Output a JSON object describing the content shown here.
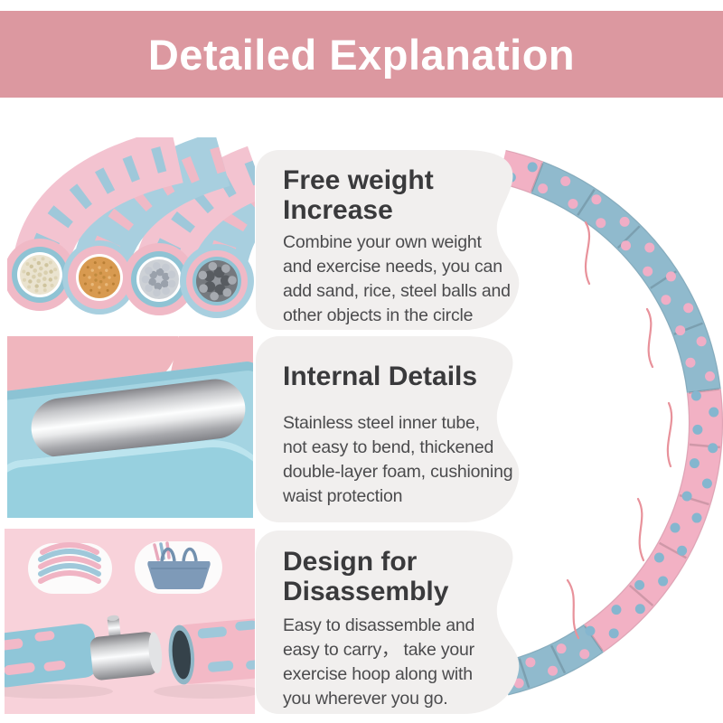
{
  "header": {
    "title": "Detailed Explanation",
    "bg_color": "#dc98a0",
    "text_color": "#ffffff"
  },
  "sections": [
    {
      "heading_lines": [
        "Free weight",
        "Increase"
      ],
      "body_lines": [
        "Combine your own weight",
        "and exercise needs, you can",
        "add sand, rice, steel balls and",
        "other objects in the circle"
      ],
      "image_name": "hoop-tube-cross-sections-with-fillings"
    },
    {
      "heading_lines": [
        "Internal Details"
      ],
      "body_lines": [
        "Stainless steel inner tube,",
        "not easy to bend, thickened",
        "double-layer foam, cushioning",
        "waist protection"
      ],
      "image_name": "foam-layers-and-steel-tube-cutaway"
    },
    {
      "heading_lines": [
        "Design for",
        "Disassembly"
      ],
      "body_lines": [
        "Easy to disassemble and",
        "easy to carry， take your",
        "exercise hoop along with",
        "you wherever you go."
      ],
      "image_name": "detachable-segments-and-carry-bag"
    }
  ],
  "palette": {
    "page_bg": "#ffffff",
    "card_bg": "#f1efee",
    "heading_text": "#3a3a3c",
    "body_text": "#4b4b4d",
    "photo3_bg": "#f8d2da"
  },
  "hoop": {
    "pink_segment": "#f2b1c4",
    "blue_segment": "#90bacd",
    "pink_dot": "#f0aec6",
    "blue_dot": "#85b6cf",
    "seam": "rgba(0,0,0,0.14)",
    "edge": "rgba(0,0,0,0.07)",
    "wave": "#e8929b"
  }
}
